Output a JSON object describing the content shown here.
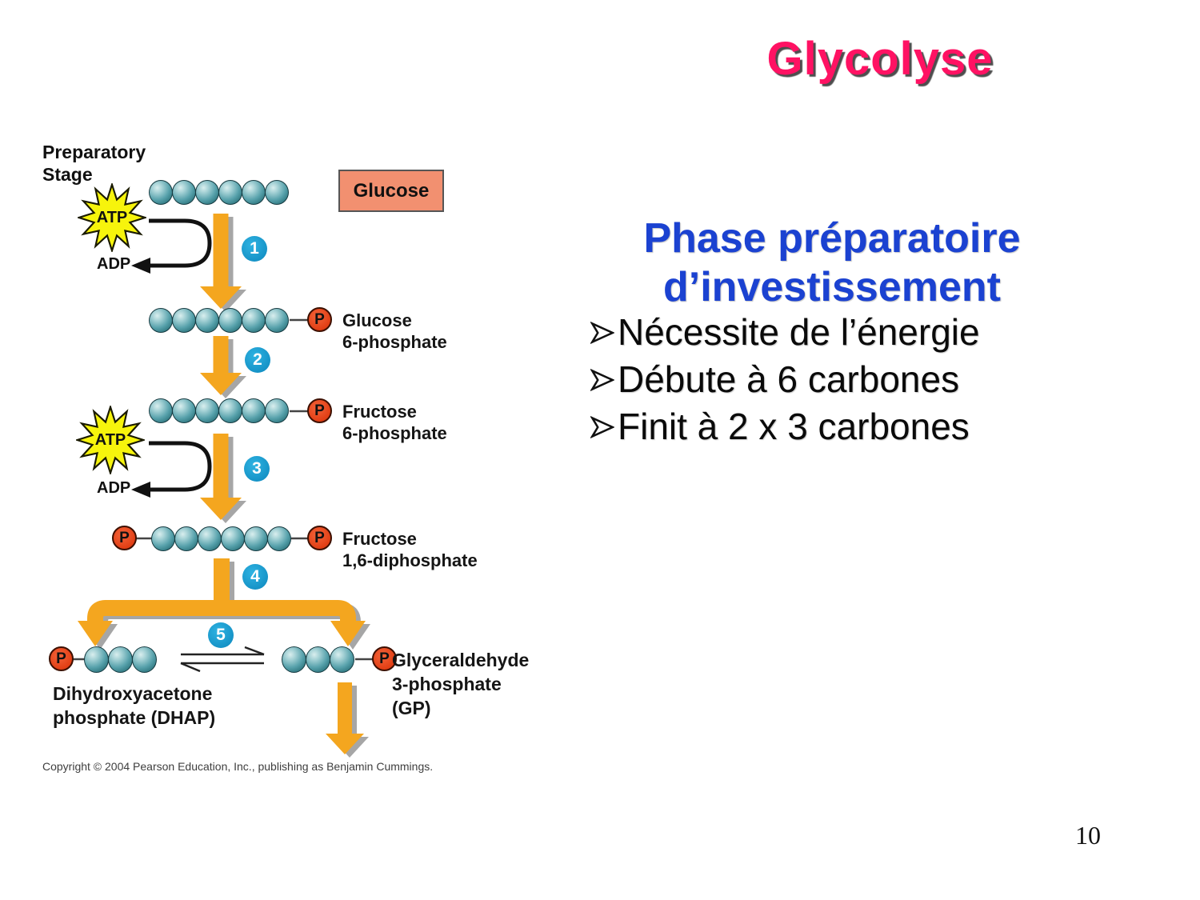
{
  "title": "Glycolyse",
  "slide": {
    "heading_line1": "Phase préparatoire",
    "heading_line2": "d’investissement",
    "bullets": [
      "Nécessite de l’énergie",
      "Débute à 6 carbones",
      "Finit à 2 x 3 carbones"
    ],
    "bullet_icon": "outlined-arrowhead-right",
    "page_number": "10"
  },
  "diagram": {
    "stage_line1": "Preparatory",
    "stage_line2": "Stage",
    "glucose_box_label": "Glucose",
    "atp_label": "ATP",
    "adp_label": "ADP",
    "phosphate_label": "P",
    "steps": [
      "1",
      "2",
      "3",
      "4",
      "5"
    ],
    "molecules": {
      "g6p": {
        "line1": "Glucose",
        "line2": "6-phosphate"
      },
      "f6p": {
        "line1": "Fructose",
        "line2": "6-phosphate"
      },
      "f16": {
        "line1": "Fructose",
        "line2": "1,6-diphosphate"
      },
      "dhap": {
        "line1": "Dihydroxyacetone",
        "line2": "phosphate (DHAP)"
      },
      "gp": {
        "line1": "Glyceraldehyde",
        "line2": "3-phosphate",
        "line3": "(GP)"
      }
    },
    "copyright": "Copyright © 2004 Pearson Education, Inc., publishing as Benjamin Cummings."
  },
  "colors": {
    "title_pink": "#ff1263",
    "heading_blue": "#1b42d1",
    "arrow_orange": "#f4a61f",
    "arrow_shadow_gray": "#a6a6a6",
    "sphere_teal": "#4f9ca6",
    "phosphate_red": "#e8421c",
    "step_badge_blue": "#189fd0",
    "atp_star_yellow": "#f7f40c",
    "glucose_box_salmon": "#f29070"
  }
}
